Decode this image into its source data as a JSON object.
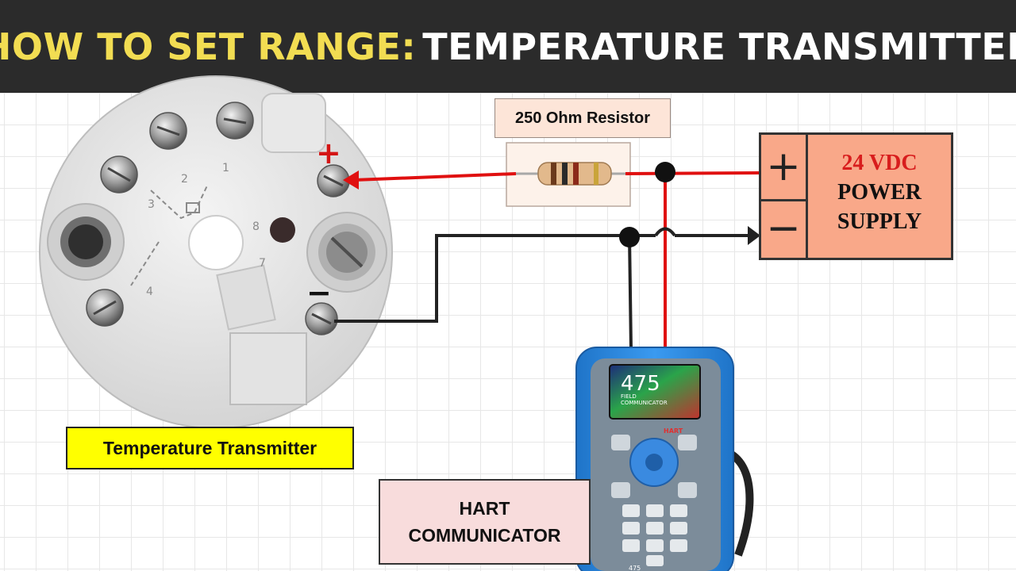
{
  "title": {
    "part1": "HOW TO SET RANGE:",
    "part2": "TEMPERATURE TRANSMITTER"
  },
  "resistor": {
    "label": "250 Ohm Resistor"
  },
  "transmitter": {
    "label": "Temperature Transmitter",
    "terminal_plus": "+",
    "terminal_minus": "−",
    "terminal_numbers": [
      "1",
      "2",
      "3",
      "4",
      "7",
      "8"
    ]
  },
  "power_supply": {
    "plus": "+",
    "minus": "−",
    "voltage": "24 VDC",
    "line1": "POWER",
    "line2": "SUPPLY"
  },
  "communicator": {
    "label_line1": "HART",
    "label_line2": "COMMUNICATOR",
    "screen_number": "475",
    "screen_text_1": "FIELD",
    "screen_text_2": "COMMUNICATOR",
    "brand": "HART",
    "bottom_text": "475"
  },
  "colors": {
    "title_bg": "#2b2b2b",
    "title_accent": "#f2dd52",
    "wire_positive": "#e01010",
    "wire_negative": "#222222",
    "power_supply_fill": "#f9a889",
    "resistor_label_fill": "#fde5d8",
    "transmitter_label_fill": "#ffff00",
    "hart_label_fill": "#f8dcdc",
    "communicator_body": "#2f8fe0"
  }
}
